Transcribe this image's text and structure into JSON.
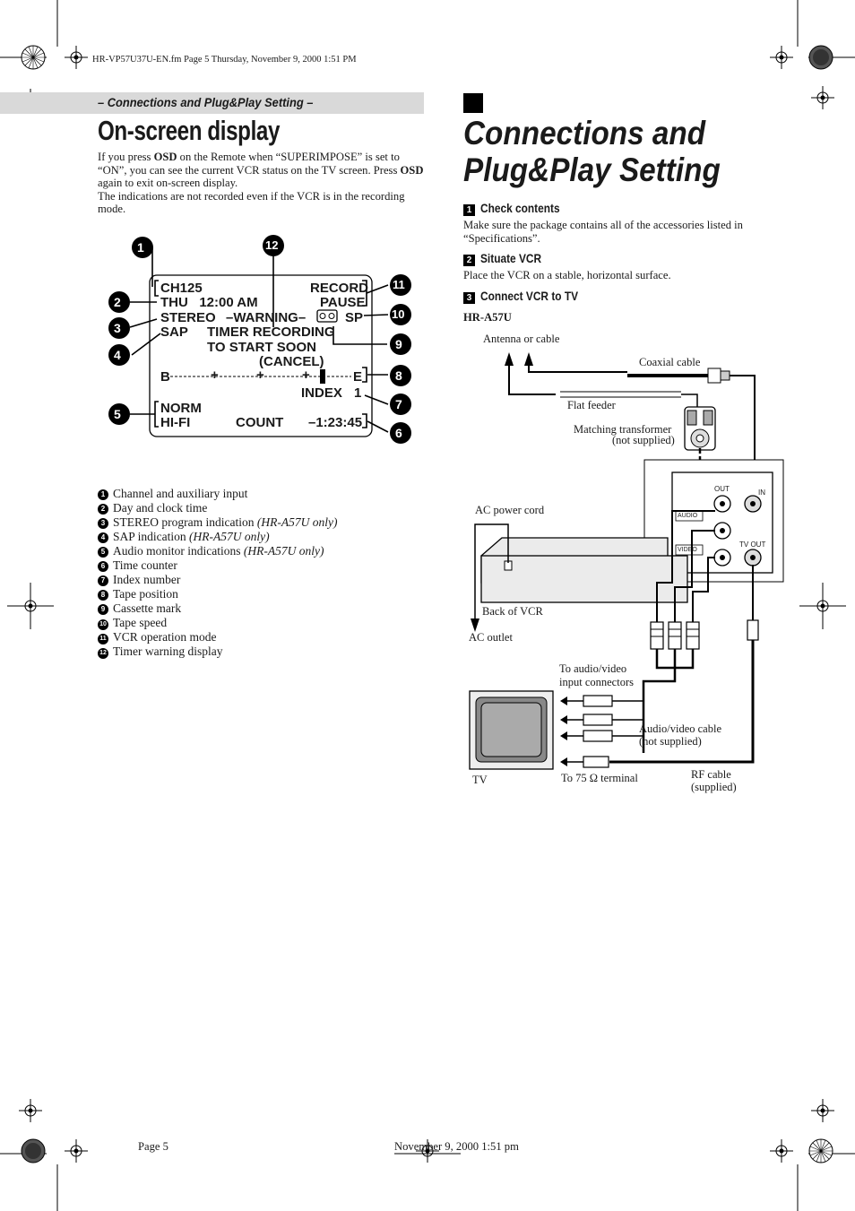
{
  "file_info": "HR-VP57U37U-EN.fm  Page 5  Thursday, November 9, 2000  1:51 PM",
  "header": {
    "title": "– Connections and Plug&Play Setting –"
  },
  "left": {
    "title": "On-screen display",
    "intro_parts": [
      "If you press ",
      "OSD",
      " on the Remote when “SUPERIMPOSE” is set to “ON”, you can see the current VCR status on the TV screen. Press ",
      "OSD",
      " again to exit on-screen display."
    ],
    "intro_2": "The indications are not recorded even if the VCR is in the recording mode.",
    "osd_screen": {
      "ch": "CH125",
      "record": "RECORD",
      "day_time": "THU   12:00 AM",
      "pause": "PAUSE",
      "stereo": "STEREO",
      "warning": "–WARNING–",
      "sp": "SP",
      "sap": "SAP",
      "timer1": "TIMER RECORDING",
      "timer2": "TO START SOON",
      "cancel": "(CANCEL)",
      "b": "B",
      "e": "E",
      "index": "INDEX",
      "index_num": "1",
      "norm": "NORM",
      "hifi": "HI-FI",
      "count": "COUNT",
      "counter": "–1:23:45"
    },
    "callouts": [
      "1",
      "2",
      "3",
      "4",
      "5",
      "6",
      "7",
      "8",
      "9",
      "10",
      "11",
      "12"
    ],
    "items": [
      {
        "num": "1",
        "text": "Channel and auxiliary input",
        "note": ""
      },
      {
        "num": "2",
        "text": "Day and clock time",
        "note": ""
      },
      {
        "num": "3",
        "text": "STEREO program indication ",
        "note": "(HR-A57U only)"
      },
      {
        "num": "4",
        "text": "SAP indication ",
        "note": "(HR-A57U only)"
      },
      {
        "num": "5",
        "text": "Audio monitor indications ",
        "note": "(HR-A57U only)"
      },
      {
        "num": "6",
        "text": "Time counter",
        "note": ""
      },
      {
        "num": "7",
        "text": "Index number",
        "note": ""
      },
      {
        "num": "8",
        "text": "Tape position",
        "note": ""
      },
      {
        "num": "9",
        "text": "Cassette mark",
        "note": ""
      },
      {
        "num": "10",
        "text": "Tape speed",
        "note": ""
      },
      {
        "num": "11",
        "text": "VCR operation mode",
        "note": ""
      },
      {
        "num": "12",
        "text": "Timer warning display",
        "note": ""
      }
    ]
  },
  "right": {
    "title_line1": "Connections and",
    "title_line2": "Plug&Play Setting",
    "steps": [
      {
        "num": "1",
        "title": "Check contents",
        "text": "Make sure the package contains all of the accessories listed in “Specifications”."
      },
      {
        "num": "2",
        "title": "Situate VCR",
        "text": "Place the VCR on a stable, horizontal surface."
      },
      {
        "num": "3",
        "title": "Connect VCR to TV",
        "text": ""
      }
    ],
    "model": "HR-A57U",
    "diagram": {
      "antenna": "Antenna or cable",
      "coaxial": "Coaxial cable",
      "flat_feeder": "Flat feeder",
      "matching": "Matching transformer",
      "not_supplied": "(not supplied)",
      "ac_cord": "AC power cord",
      "back_vcr": "Back of VCR",
      "ac_outlet": "AC outlet",
      "to_av": "To audio/video",
      "input_conn": "input connectors",
      "av_cable": "Audio/video cable",
      "av_not_supplied": "(not supplied)",
      "tv": "TV",
      "to75": "To 75 Ω terminal",
      "rf_cable": "RF cable",
      "supplied": "(supplied)",
      "out": "OUT",
      "in": "IN",
      "audio": "AUDIO",
      "video": "VIDEO",
      "tv_out": "TV OUT"
    }
  },
  "footer": {
    "page": "Page 5",
    "date": "November 9, 2000 1:51 pm"
  }
}
